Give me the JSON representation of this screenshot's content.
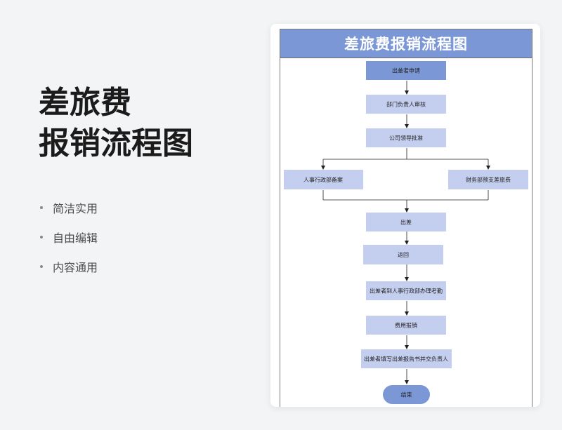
{
  "hero": {
    "title_line1": "差旅费",
    "title_line2": "报销流程图"
  },
  "features": [
    "简洁实用",
    "自由编辑",
    "内容通用"
  ],
  "flowchart": {
    "title": "差旅费报销流程图",
    "steps": {
      "apply": "出差者申请",
      "dept_review": "部门负责人审核",
      "leader_approve": "公司领导批准",
      "hr_record": "人事行政部备案",
      "finance_advance": "财务部预支差旅费",
      "trip": "出差",
      "return": "返回",
      "attendance": "出差者到人事行政部办理考勤",
      "reimburse": "费用报销",
      "report": "出差者填写出差报告书并交负责人",
      "end": "结束"
    },
    "colors": {
      "banner": "#7b97d6",
      "start_node": "#7b97d6",
      "node": "#c4cff0",
      "end_node": "#7b97d6",
      "line": "#222222"
    }
  }
}
